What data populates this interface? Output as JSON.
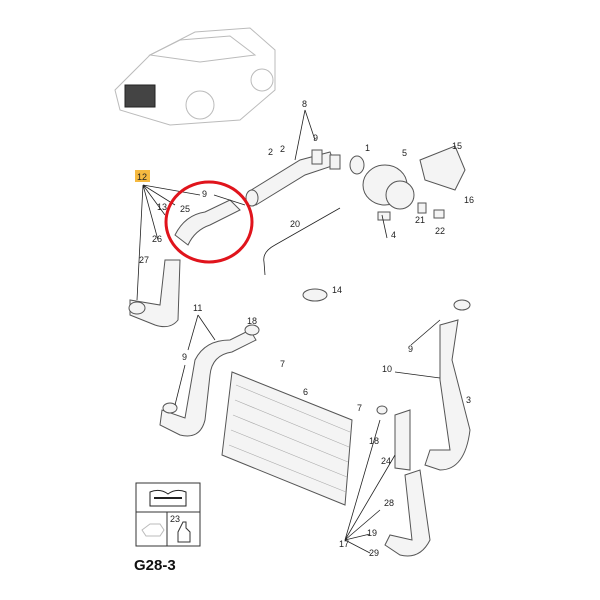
{
  "diagram": {
    "code": "G28-3",
    "highlight_color": "#f5b940",
    "circle_color": "#e0141c",
    "labels": {
      "l8": "8",
      "l9a": "9",
      "l2a": "2",
      "l2b": "2",
      "l1": "1",
      "l5": "5",
      "l15": "15",
      "l16": "16",
      "l12": "12",
      "l9b": "9",
      "l13": "13",
      "l25": "25",
      "l20": "20",
      "l21": "21",
      "l22": "22",
      "l4": "4",
      "l26": "26",
      "l27": "27",
      "l14": "14",
      "l11": "11",
      "l18a": "18",
      "l9c": "9",
      "l7a": "7",
      "l6": "6",
      "l7b": "7",
      "l9d": "9",
      "l10": "10",
      "l3": "3",
      "l18b": "18",
      "l24": "24",
      "l28": "28",
      "l23": "23",
      "l19": "19",
      "l17": "17",
      "l29": "29"
    }
  }
}
